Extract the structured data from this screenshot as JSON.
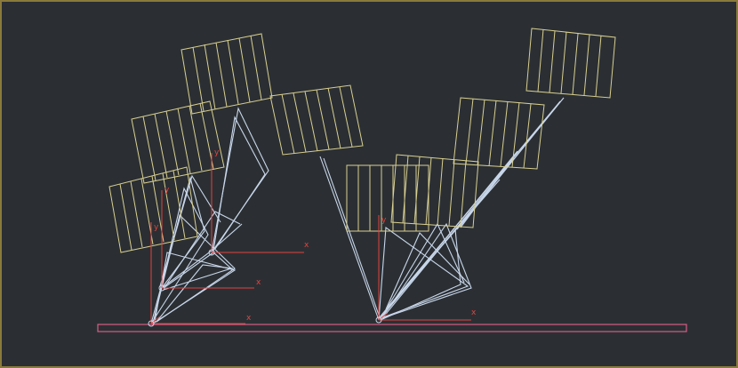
{
  "viewport": {
    "name": "3d-wireframe-viewport",
    "background": "#2b2f33",
    "frame_color": "#8a7a3c"
  },
  "colors": {
    "box": "#d8cf90",
    "leg": "#c8d6ea",
    "axis": "#e2433f",
    "ground": "#d85c86"
  },
  "axis_labels": {
    "x": "x",
    "y": "y"
  }
}
